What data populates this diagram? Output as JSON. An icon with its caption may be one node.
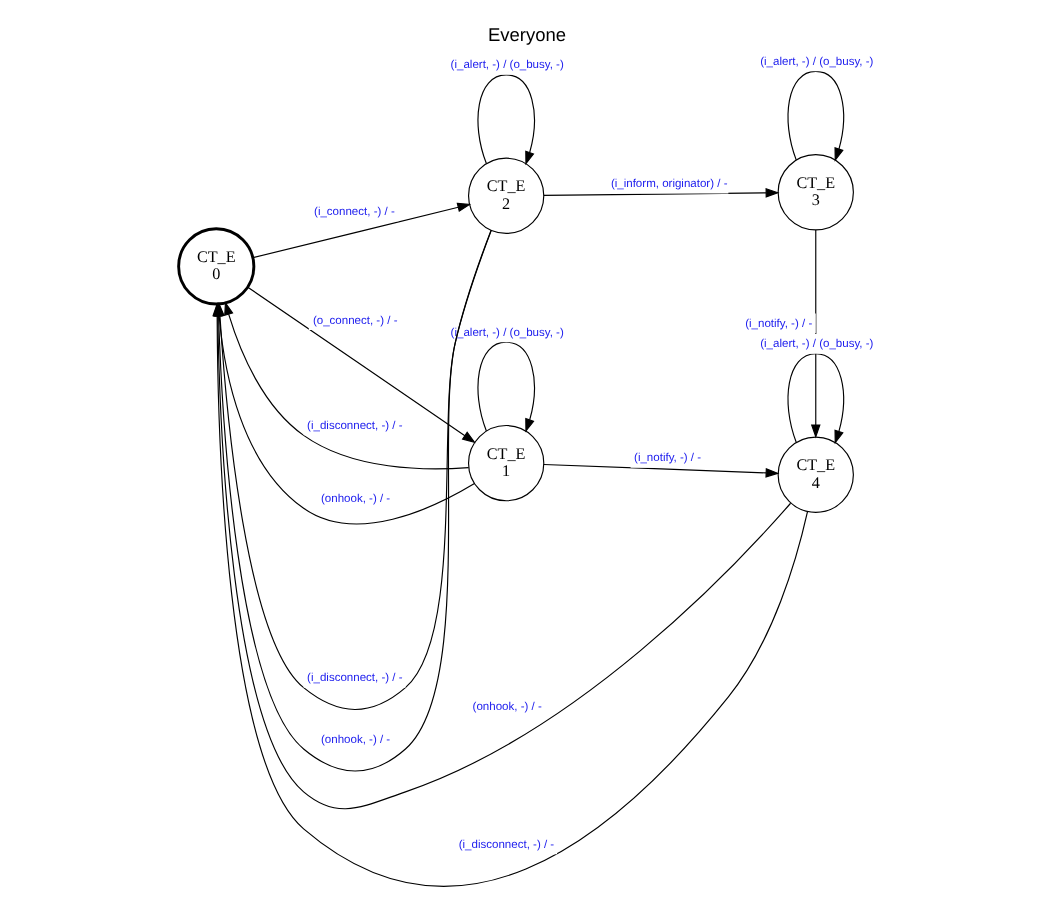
{
  "diagram": {
    "title": "Everyone",
    "nodes": [
      {
        "text": [
          "CT_E",
          "0"
        ]
      },
      {
        "text": [
          "CT_E",
          "1"
        ]
      },
      {
        "text": [
          "CT_E",
          "2"
        ]
      },
      {
        "text": [
          "CT_E",
          "3"
        ]
      },
      {
        "text": [
          "CT_E",
          "4"
        ]
      }
    ],
    "edges": [
      {
        "from": 2,
        "to": 0,
        "arrow": "to",
        "label": "(i_disconnect, -) / -"
      },
      {
        "from": 2,
        "to": 0,
        "arrow": "to",
        "label": "(onhook, -) / -"
      },
      {
        "from": 0,
        "to": 2,
        "arrow": "to",
        "label": "(i_connect, -) / -"
      },
      {
        "from": 2,
        "to": 2,
        "arrow": "to",
        "label": "(i_alert, -) / (o_busy, -)"
      },
      {
        "from": 2,
        "to": 3,
        "arrow": "to",
        "label": "(i_inform, originator) / -"
      },
      {
        "from": 3,
        "to": 3,
        "arrow": "to",
        "label": "(i_alert, -) / (o_busy, -)"
      },
      {
        "from": 3,
        "to": 4,
        "arrow": "to",
        "label": "(i_notify, -) / -"
      },
      {
        "from": 4,
        "to": 0,
        "arrow": "to",
        "label": "(onhook, -) / -"
      },
      {
        "from": 4,
        "to": 0,
        "arrow": "to",
        "label": "(i_disconnect, -) / -"
      },
      {
        "from": 4,
        "to": 4,
        "arrow": "to",
        "label": "(i_alert, -) / (o_busy, -)"
      },
      {
        "from": 0,
        "to": 1,
        "arrow": "to",
        "label": "(o_connect, -) / -"
      },
      {
        "from": 1,
        "to": 0,
        "arrow": "to",
        "label": "(i_disconnect, -) / -"
      },
      {
        "from": 1,
        "to": 0,
        "arrow": "to",
        "label": "(onhook, -) / -"
      },
      {
        "from": 1,
        "to": 4,
        "arrow": "to",
        "label": "(i_notify, -) / -"
      },
      {
        "from": 1,
        "to": 1,
        "arrow": "to",
        "label": "(i_alert, -) / (o_busy, -)"
      }
    ]
  }
}
